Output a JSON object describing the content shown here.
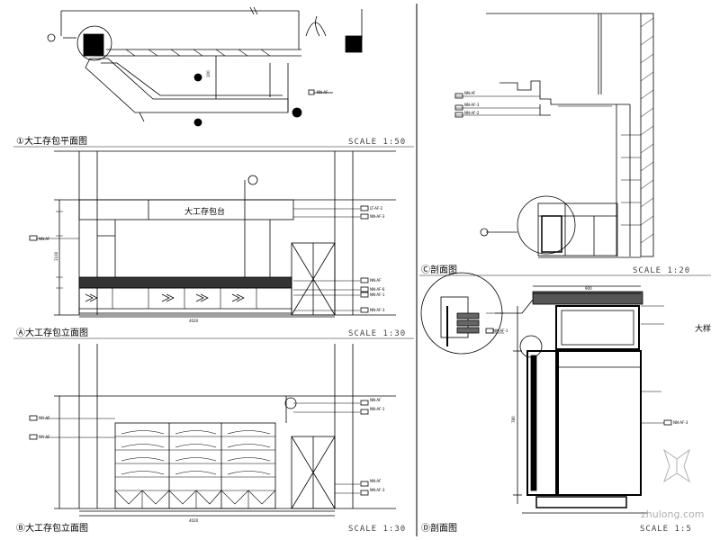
{
  "panels": {
    "plan": {
      "marker": "①",
      "title": "大工存包平面图",
      "scale": "SCALE  1:50"
    },
    "elevation_a": {
      "marker": "Ⓐ",
      "title": "大工存包立面图",
      "scale": "SCALE  1:30",
      "counter_sign": "大工存包台"
    },
    "elevation_b": {
      "marker": "Ⓑ",
      "title": "大工存包立面图",
      "scale": "SCALE  1:30"
    },
    "section_1": {
      "marker": "Ⓒ",
      "title": "剖面图",
      "scale": "SCALE  1:20"
    },
    "section_2": {
      "marker": "Ⓓ",
      "title": "剖面图",
      "scale": "SCALE  1:5",
      "side_note": "大样"
    }
  },
  "watermark": {
    "text": "zhulong.com"
  },
  "colors": {
    "line": "#000000",
    "watermark": "#b0b0b0"
  }
}
